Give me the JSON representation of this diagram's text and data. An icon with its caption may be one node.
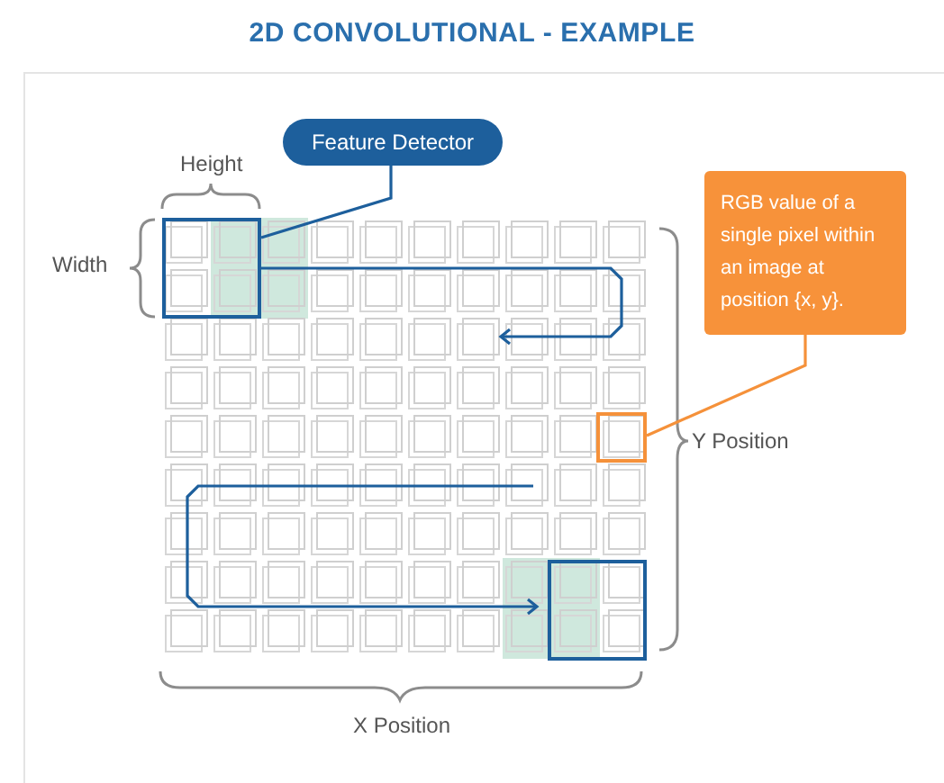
{
  "diagram": {
    "title": "2D CONVOLUTIONAL - EXAMPLE",
    "nodes": [
      {
        "text": [
          "Feature Detector"
        ]
      },
      {
        "text": [],
        "shape": "box"
      },
      {
        "text": [
          "RGB value of a single pixel within an image at position {x, y}."
        ]
      },
      {
        "text": [],
        "shape": "box"
      },
      {
        "text": [],
        "shape": "box"
      }
    ],
    "edges": [
      {
        "from": 0,
        "to": 1,
        "arrow": "none"
      },
      {
        "from": 2,
        "to": 3,
        "arrow": "none",
        "color": "#f5913a"
      },
      {
        "from": 1,
        "to": null,
        "arrow": "to"
      },
      {
        "from": null,
        "to": 4,
        "arrow": "to"
      }
    ],
    "labels": [
      "Height",
      "Width",
      "Y Position",
      "X Position"
    ]
  }
}
